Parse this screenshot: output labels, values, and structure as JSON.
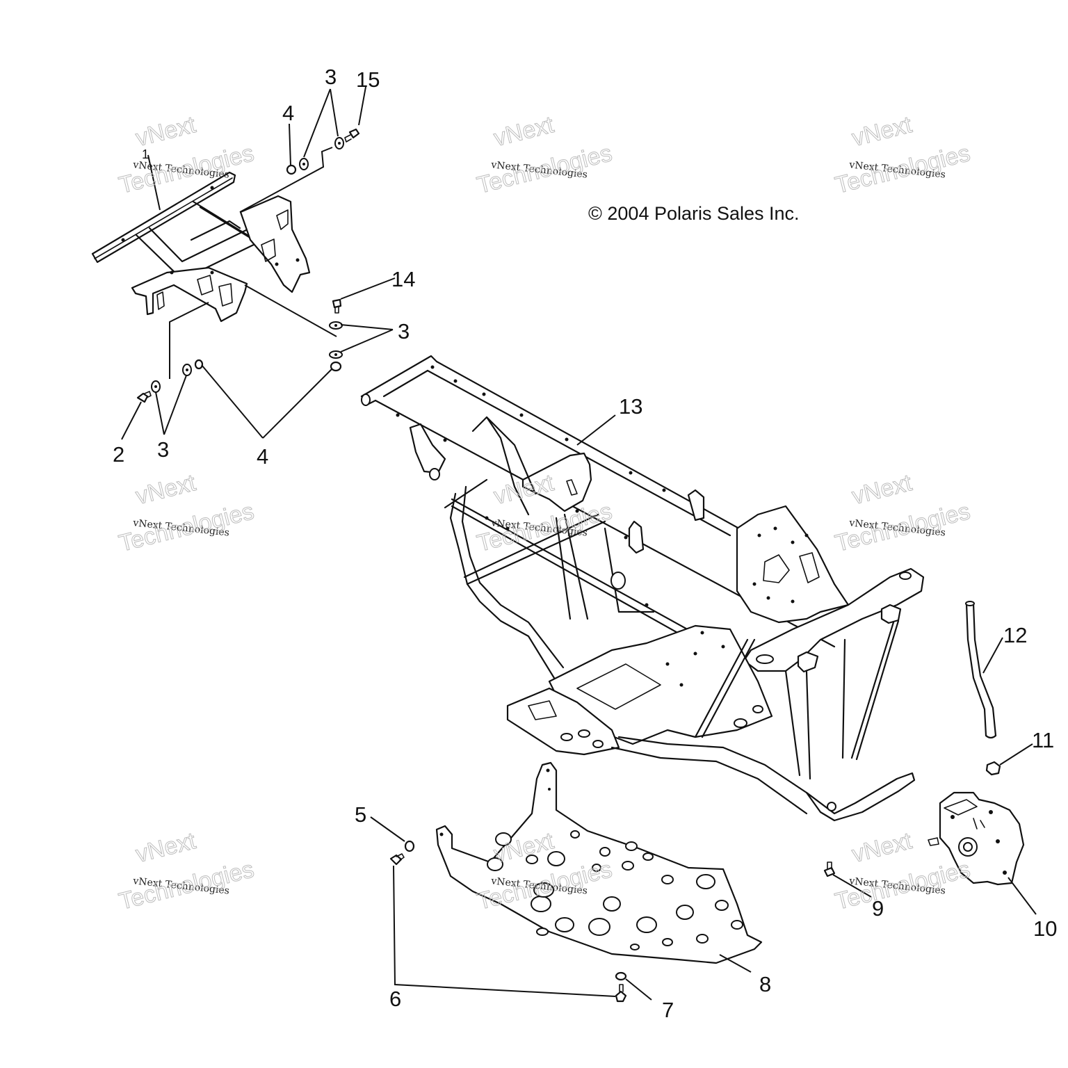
{
  "diagram": {
    "copyright": "© 2004 Polaris Sales Inc.",
    "callouts": [
      {
        "id": "c1",
        "label": "1"
      },
      {
        "id": "c2",
        "label": "2"
      },
      {
        "id": "c3a",
        "label": "3"
      },
      {
        "id": "c3b",
        "label": "3"
      },
      {
        "id": "c3c",
        "label": "3"
      },
      {
        "id": "c4a",
        "label": "4"
      },
      {
        "id": "c4b",
        "label": "4"
      },
      {
        "id": "c5",
        "label": "5"
      },
      {
        "id": "c6",
        "label": "6"
      },
      {
        "id": "c7",
        "label": "7"
      },
      {
        "id": "c8",
        "label": "8"
      },
      {
        "id": "c9",
        "label": "9"
      },
      {
        "id": "c10",
        "label": "10"
      },
      {
        "id": "c11",
        "label": "11"
      },
      {
        "id": "c12",
        "label": "12"
      },
      {
        "id": "c13",
        "label": "13"
      },
      {
        "id": "c14",
        "label": "14"
      },
      {
        "id": "c15",
        "label": "15"
      }
    ],
    "watermark": {
      "line1": "vNext Technologies",
      "big1": "vNext",
      "big2": "Technologies"
    }
  }
}
